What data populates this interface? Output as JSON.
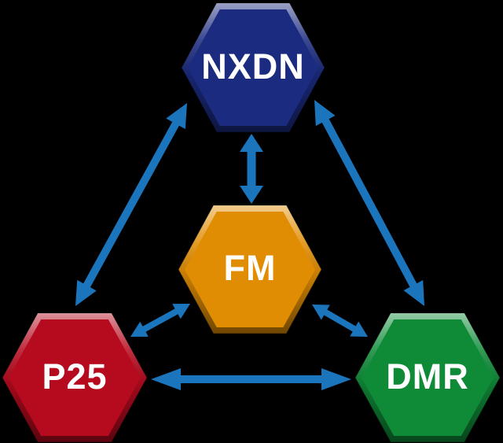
{
  "diagram": {
    "name": "radio-protocol-interoperability",
    "background_color": "#000000",
    "arrow_color": "#1B75BC",
    "label_text_color": "#ffffff",
    "nodes": {
      "nxdn": {
        "label": "NXDN",
        "color": "#1B2B80"
      },
      "fm": {
        "label": "FM",
        "color": "#E08D04"
      },
      "p25": {
        "label": "P25",
        "color": "#B60A1E"
      },
      "dmr": {
        "label": "DMR",
        "color": "#0F8B38"
      }
    },
    "edges": [
      {
        "from": "NXDN",
        "to": "FM",
        "style": "double-arrow"
      },
      {
        "from": "NXDN",
        "to": "P25",
        "style": "double-arrow"
      },
      {
        "from": "NXDN",
        "to": "DMR",
        "style": "double-arrow"
      },
      {
        "from": "P25",
        "to": "FM",
        "style": "double-arrow"
      },
      {
        "from": "DMR",
        "to": "FM",
        "style": "double-arrow"
      },
      {
        "from": "P25",
        "to": "DMR",
        "style": "double-arrow"
      }
    ]
  }
}
